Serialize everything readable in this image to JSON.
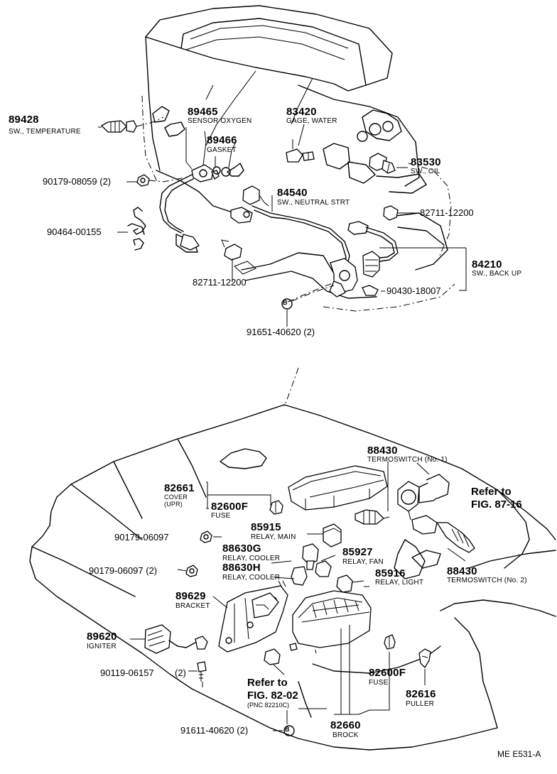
{
  "labels": {
    "p89428": {
      "num": "89428",
      "desc": "SW., TEMPERATURE"
    },
    "p89465": {
      "num": "89465",
      "desc": "SENSOR OXYGEN"
    },
    "p83420": {
      "num": "83420",
      "desc": "GAGE, WATER"
    },
    "p89466": {
      "num": "89466",
      "desc": "GASKET"
    },
    "p83530": {
      "num": "83530",
      "desc": "SW., OIL"
    },
    "p90179_08059": {
      "num": "90179-08059 (2)"
    },
    "p84540": {
      "num": "84540",
      "desc": "SW., NEUTRAL STRT"
    },
    "p82711_a": {
      "num": "82711-12200"
    },
    "p90464": {
      "num": "90464-00155"
    },
    "p84210": {
      "num": "84210",
      "desc": "SW., BACK UP"
    },
    "p82711_b": {
      "num": "82711-12200"
    },
    "p90430": {
      "num": "90430-18007"
    },
    "p91651": {
      "num": "91651-40620 (2)"
    },
    "p88430_1": {
      "num": "88430",
      "desc": "TERMOSWITCH (No. 1)"
    },
    "ref87": {
      "line1": "Refer to",
      "line2": "FIG. 87-16"
    },
    "p82661": {
      "num": "82661",
      "desc1": "COVER",
      "desc2": "(UPR)"
    },
    "p82600F_a": {
      "num": "82600F",
      "desc": "FUSE"
    },
    "p85915": {
      "num": "85915",
      "desc": "RELAY, MAIN"
    },
    "p90179_06097_a": {
      "num": "90179-06097"
    },
    "p88630G": {
      "num": "88630G",
      "desc": "RELAY, COOLER"
    },
    "p85927": {
      "num": "85927",
      "desc": "RELAY, FAN"
    },
    "p88630H": {
      "num": "88630H",
      "desc": "RELAY, COOLER"
    },
    "p90179_06097_b": {
      "num": "90179-06097 (2)"
    },
    "p85916": {
      "num": "85916",
      "desc": "RELAY, LIGHT"
    },
    "p88430_2": {
      "num": "88430",
      "desc": "TERMOSWITCH (No. 2)"
    },
    "p89629": {
      "num": "89629",
      "desc": "BRACKET"
    },
    "p89620": {
      "num": "89620",
      "desc": "IGNITER"
    },
    "p90119": {
      "num": "90119-06157",
      "qty": "(2)"
    },
    "ref82": {
      "line1": "Refer to",
      "line2": "FIG. 82-02",
      "line3": "(PNC 82210C)"
    },
    "p82600F_b": {
      "num": "82600F",
      "desc": "FUSE"
    },
    "p82616": {
      "num": "82616",
      "desc": "PULLER"
    },
    "p82660": {
      "num": "82660",
      "desc": "BROCK"
    },
    "p91611": {
      "num": "91611-40620 (2)"
    },
    "marker_b": "B",
    "corner": "ME E531-A"
  }
}
